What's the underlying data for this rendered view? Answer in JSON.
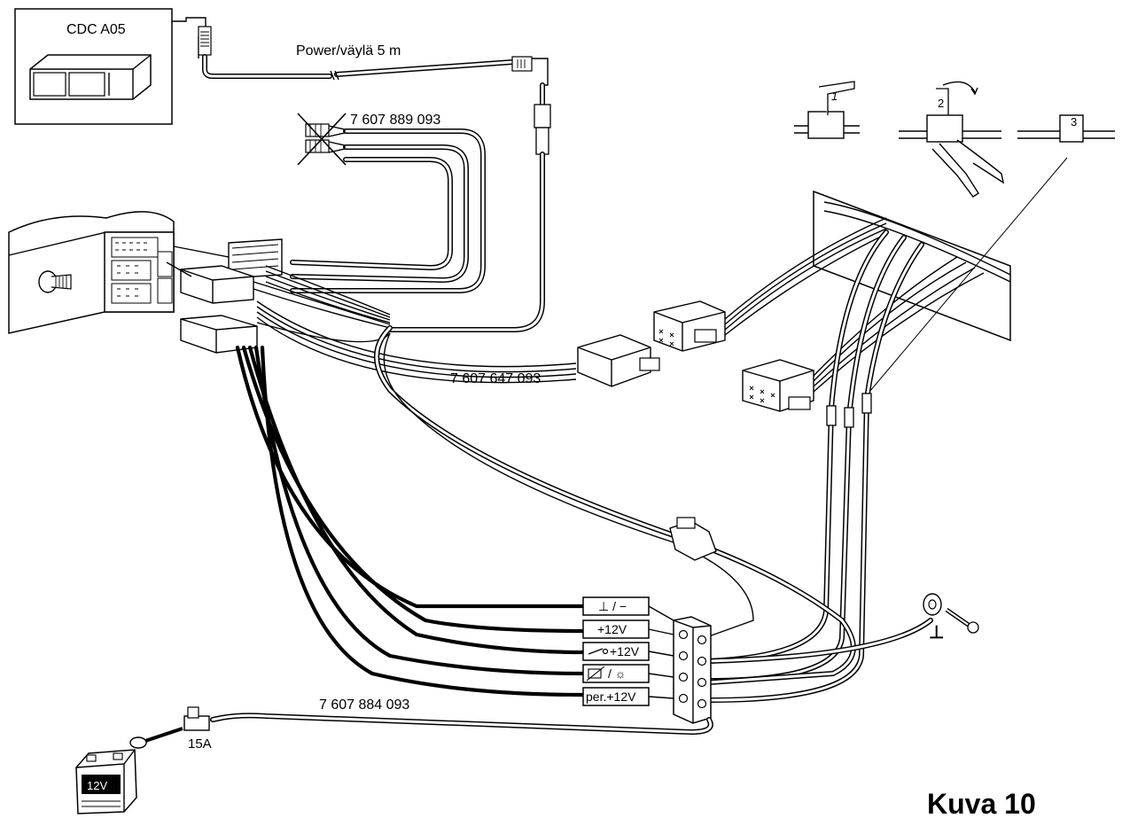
{
  "labels": {
    "changer_model": "CDC A05",
    "power_bus_cable": "Power/väylä 5 m",
    "part_rca_adapter": "7 607 889 093",
    "part_iso_harness": "7 607 647 093",
    "part_power_lead": "7 607 884 093",
    "fuse_rating": "15A",
    "battery_voltage": "12V",
    "figure_caption": "Kuva 10",
    "crimp_steps": [
      "1",
      "2",
      "3"
    ]
  },
  "terminal_block": {
    "rows": [
      {
        "label": "⊥ / −"
      },
      {
        "label": "+12V"
      },
      {
        "label": "+12V"
      },
      {
        "label": "/ ☼"
      },
      {
        "label": "per.+12V"
      }
    ]
  },
  "ground_symbol": "⊥"
}
